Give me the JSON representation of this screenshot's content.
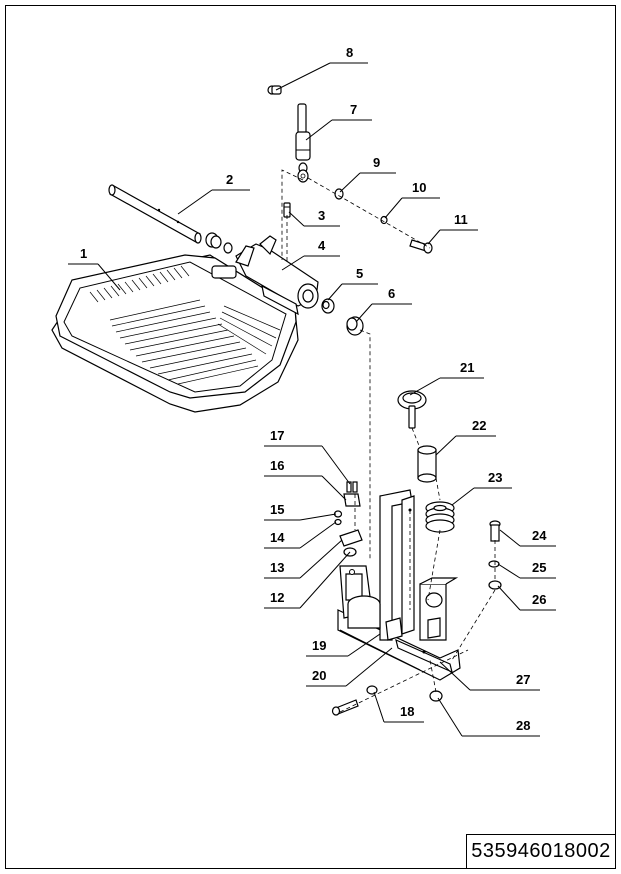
{
  "callouts": [
    "1",
    "2",
    "3",
    "4",
    "5",
    "6",
    "7",
    "8",
    "9",
    "10",
    "11",
    "12",
    "13",
    "14",
    "15",
    "16",
    "17",
    "18",
    "19",
    "20",
    "21",
    "22",
    "23",
    "24",
    "25",
    "26",
    "27",
    "28"
  ],
  "drawing_number": "535946018002"
}
